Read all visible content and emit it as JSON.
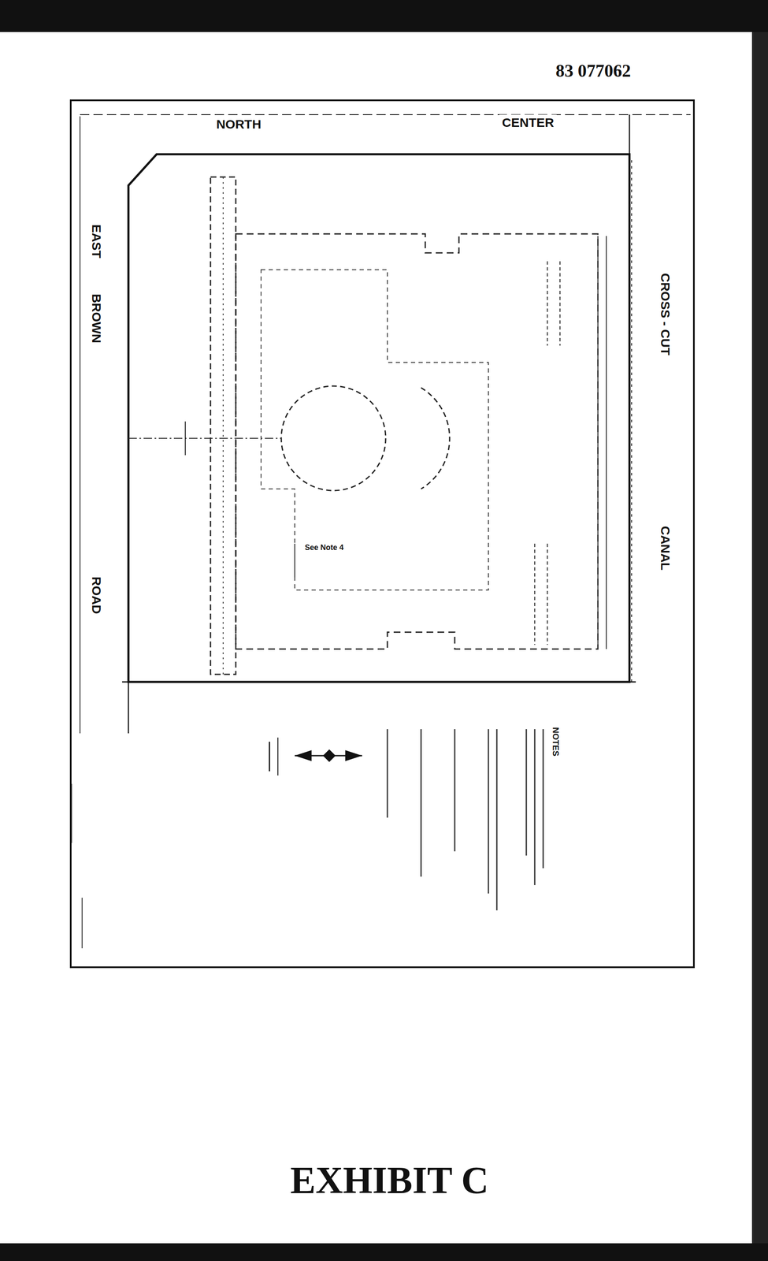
{
  "diagram": {
    "caption": "EXHIBIT C",
    "labels": [
      "83 077062",
      "NORTH",
      "CENTER",
      "EAST",
      "BROWN",
      "ROAD",
      "CROSS - CUT",
      "CANAL",
      "See Note 4",
      "NOTES"
    ]
  }
}
